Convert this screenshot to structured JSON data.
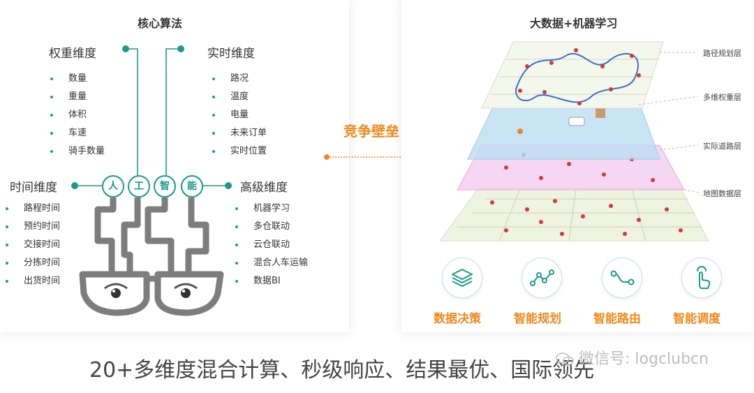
{
  "left": {
    "title": "核心算法",
    "weight": {
      "label": "权重维度",
      "items": [
        "数量",
        "重量",
        "体积",
        "车速",
        "骑手数量"
      ]
    },
    "realtime": {
      "label": "实时维度",
      "items": [
        "路况",
        "温度",
        "电量",
        "未来订单",
        "实时位置"
      ]
    },
    "time": {
      "label": "时间维度",
      "items": [
        "路程时间",
        "预约时间",
        "交接时间",
        "分拣时间",
        "出货时间"
      ]
    },
    "advanced": {
      "label": "高级维度",
      "items": [
        "机器学习",
        "多仓联动",
        "云仓联动",
        "混合人车运输",
        "数据BI"
      ]
    },
    "ai_chars": [
      "人",
      "工",
      "智",
      "能"
    ]
  },
  "center": {
    "label": "竞争壁垒"
  },
  "right": {
    "title": "大数据+机器学习",
    "layers": [
      "路径规划层",
      "多维权重层",
      "实际道路层",
      "地图数据层"
    ],
    "features": [
      {
        "icon": "layers-icon",
        "label": "数据决策"
      },
      {
        "icon": "network-nodes-icon",
        "label": "智能规划"
      },
      {
        "icon": "route-icon",
        "label": "智能路由"
      },
      {
        "icon": "touch-hand-icon",
        "label": "智能调度"
      }
    ]
  },
  "bottom": {
    "text": "20+多维度混合计算、秒级响应、结果最优、国际领先"
  },
  "watermark": {
    "text": "微信号: logclubcn"
  },
  "colors": {
    "teal": "#1a9a8a",
    "orange": "#f08a1c",
    "glasses": "#777777"
  }
}
